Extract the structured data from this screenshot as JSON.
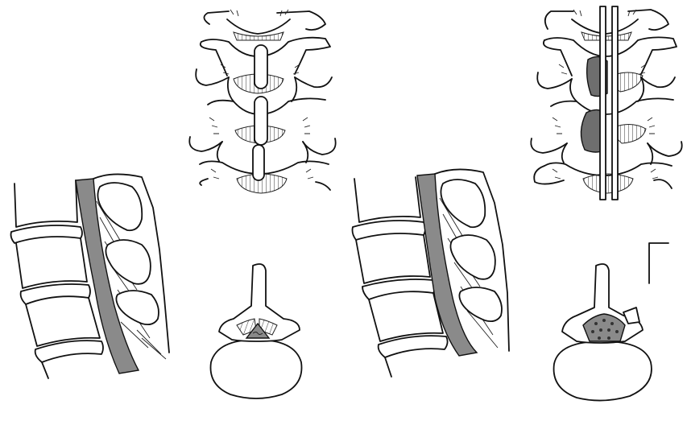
{
  "figure": {
    "panels": [
      {
        "id": "normal",
        "views": [
          "sagittal",
          "posterior",
          "axial"
        ]
      },
      {
        "id": "stenotic",
        "views": [
          "sagittal",
          "posterior",
          "axial"
        ]
      }
    ],
    "colors": {
      "line": "#111111",
      "canal": "#8a8a8a",
      "ligament_hypertrophy": "#6e6e6e",
      "background": "#ffffff"
    }
  }
}
